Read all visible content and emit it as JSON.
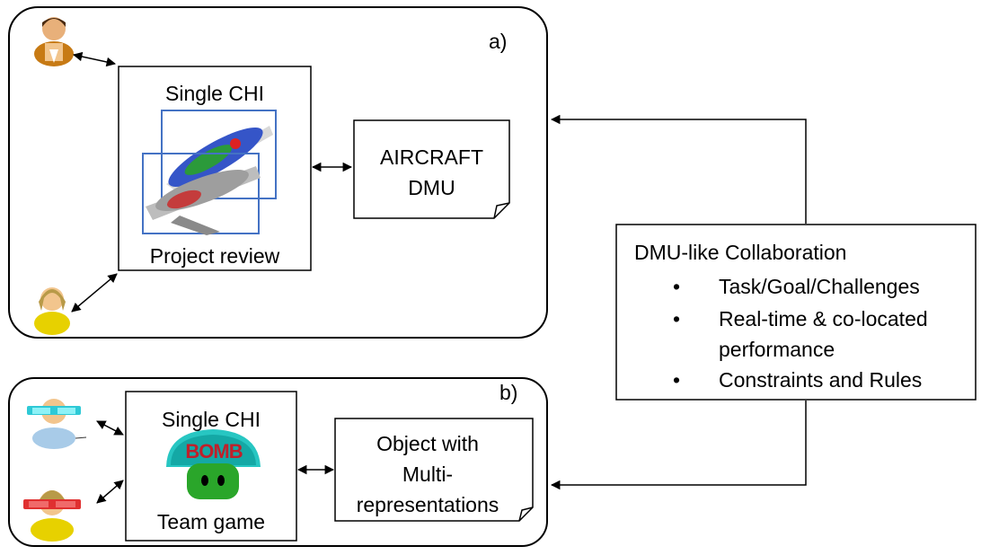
{
  "panel_a": {
    "label": "a)",
    "chi_title": "Single CHI",
    "chi_caption": "Project review",
    "doc_line1": "AIRCRAFT",
    "doc_line2": "DMU"
  },
  "panel_b": {
    "label": "b)",
    "chi_title": "Single CHI",
    "chi_caption": "Team game",
    "bomb_text": "BOMB",
    "doc_line1": "Object with",
    "doc_line2": "Multi-",
    "doc_line3": "representations"
  },
  "collab": {
    "title": "DMU-like Collaboration",
    "bullet_symbol": "•",
    "items": [
      {
        "line1": "Task/Goal/Challenges",
        "line2": ""
      },
      {
        "line1": "Real-time & co-located",
        "line2": "performance"
      },
      {
        "line1": "Constraints and Rules",
        "line2": ""
      }
    ]
  },
  "icons": [
    "businessman-icon",
    "woman-user-icon",
    "user-3d-glasses-icon",
    "woman-3d-glasses-icon",
    "aircraft-model-image",
    "bomb-mushroom-icon"
  ],
  "colors": {
    "frame": "#000000",
    "highlight_box": "#4472c4",
    "glasses_cyan": "#2ec9d6",
    "glasses_red": "#e03030"
  }
}
